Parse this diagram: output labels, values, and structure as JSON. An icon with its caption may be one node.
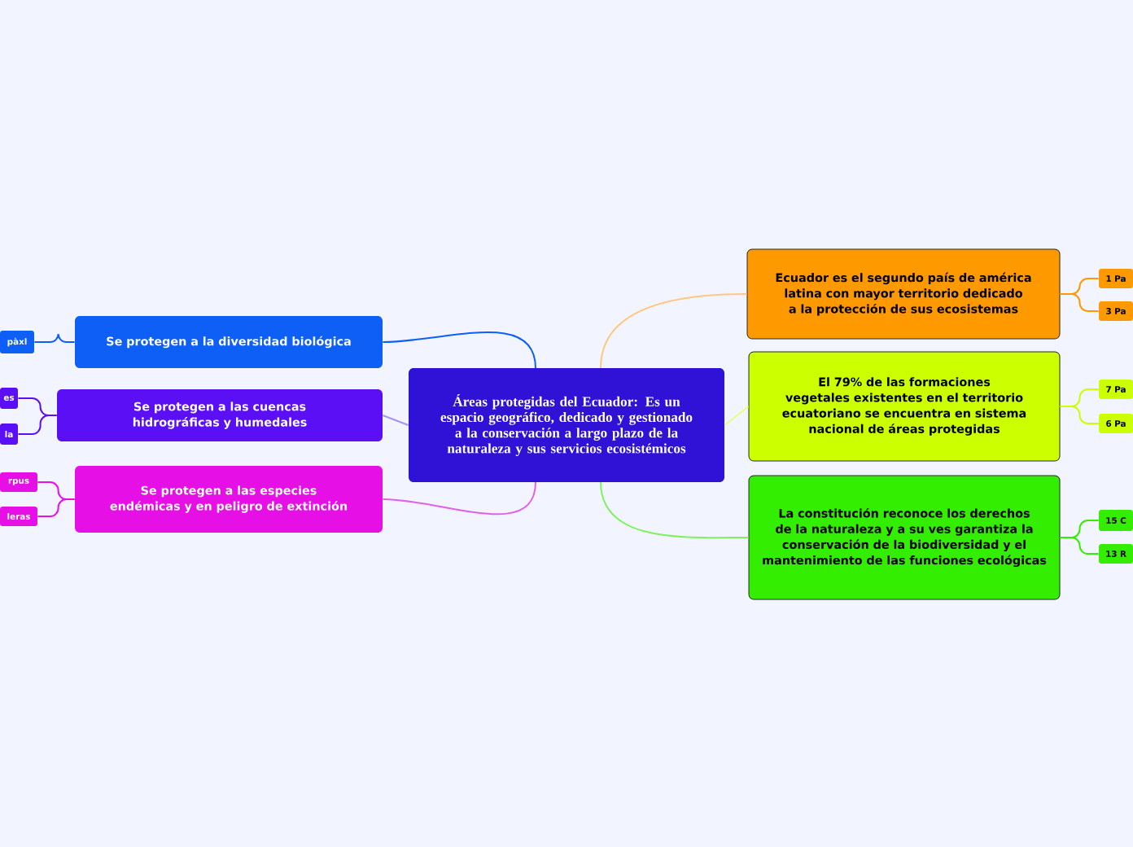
{
  "diagram": {
    "nodes": [
      {
        "text": [
          "Áreas protegidas del Ecuador: Es un espacio geográfico, dedicado y gestionado a la conservación a largo plazo de la naturaleza y sus servicios ecosistémicos"
        ]
      },
      {
        "text": [
          "Se protegen a la diversidad biológica"
        ]
      },
      {
        "text": [
          "pàxl"
        ]
      },
      {
        "text": [
          "Se protegen a las cuencas hidrográficas y humedales"
        ]
      },
      {
        "text": [
          "es"
        ]
      },
      {
        "text": [
          "la"
        ]
      },
      {
        "text": [
          "Se protegen a las especies endémicas y en peligro de extinción"
        ]
      },
      {
        "text": [
          "rpus"
        ]
      },
      {
        "text": [
          "leras"
        ]
      },
      {
        "text": [
          "Ecuador es el segundo país de américa latina con mayor territorio dedicado a la protección de sus ecosistemas"
        ]
      },
      {
        "text": [
          "1 Pa"
        ]
      },
      {
        "text": [
          "3 Pa"
        ]
      },
      {
        "text": [
          "El 79% de las formaciones vegetales existentes en el territorio ecuatoriano se encuentra en sistema nacional de áreas protegidas"
        ]
      },
      {
        "text": [
          "7 Pa"
        ]
      },
      {
        "text": [
          "6 Pa"
        ]
      },
      {
        "text": [
          "La constitución reconoce los derechos de la naturaleza y a su ves garantiza la conservación de la biodiversidad y el mantenimiento de las funciones ecológicas"
        ]
      },
      {
        "text": [
          "15 C"
        ]
      },
      {
        "text": [
          "13 R"
        ]
      }
    ],
    "edges": [
      {
        "from": 0,
        "to": 1,
        "arrow": "none",
        "color": "#0d5ff5"
      },
      {
        "from": 0,
        "to": 3,
        "arrow": "none",
        "color": "#a890f8"
      },
      {
        "from": 0,
        "to": 6,
        "arrow": "none",
        "color": "#e060e8"
      },
      {
        "from": 0,
        "to": 9,
        "arrow": "none",
        "color": "#ffc880"
      },
      {
        "from": 0,
        "to": 12,
        "arrow": "none",
        "color": "#e6ff80"
      },
      {
        "from": 0,
        "to": 15,
        "arrow": "none",
        "color": "#80f060"
      },
      {
        "from": 1,
        "to": 2,
        "arrow": "none",
        "color": "#0d5ff5"
      },
      {
        "from": 3,
        "to": 4,
        "arrow": "none",
        "color": "#5b0ff5"
      },
      {
        "from": 3,
        "to": 5,
        "arrow": "none",
        "color": "#5b0ff5"
      },
      {
        "from": 6,
        "to": 7,
        "arrow": "none",
        "color": "#e60fe6"
      },
      {
        "from": 6,
        "to": 8,
        "arrow": "none",
        "color": "#e60fe6"
      },
      {
        "from": 9,
        "to": 10,
        "arrow": "none",
        "color": "#ff9900"
      },
      {
        "from": 9,
        "to": 11,
        "arrow": "none",
        "color": "#ff9900"
      },
      {
        "from": 12,
        "to": 13,
        "arrow": "none",
        "color": "#ccff00"
      },
      {
        "from": 12,
        "to": 14,
        "arrow": "none",
        "color": "#ccff00"
      },
      {
        "from": 15,
        "to": 16,
        "arrow": "none",
        "color": "#33ee00"
      },
      {
        "from": 15,
        "to": 17,
        "arrow": "none",
        "color": "#33ee00"
      }
    ]
  }
}
